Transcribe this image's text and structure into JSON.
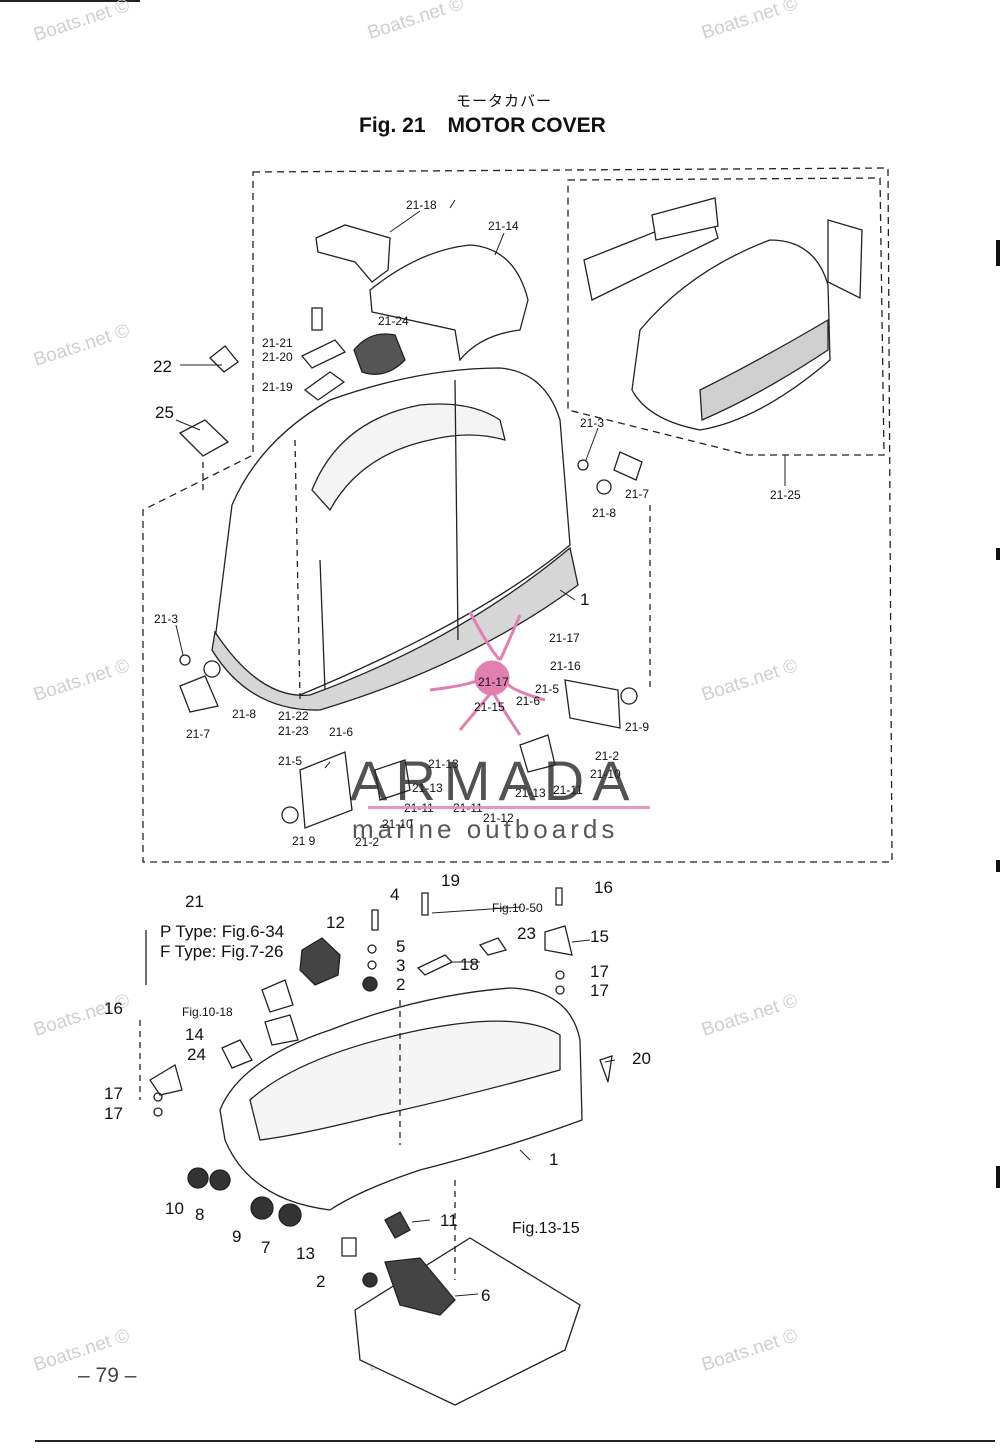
{
  "header": {
    "title_jp": "モータカバー",
    "fig_number": "Fig. 21",
    "title": "MOTOR COVER"
  },
  "watermark": "Boats.net ©",
  "logo": {
    "name": "ARMADA",
    "tagline": "marine outboards"
  },
  "page_number": "– 79 –",
  "variant_notes": [
    "P Type: Fig.6-34",
    "F Type: Fig.7-26"
  ],
  "references": {
    "ref_10_50": "Fig.10-50",
    "ref_10_18": "Fig.10-18",
    "ref_13_15": "Fig.13-15"
  },
  "callouts": {
    "c21_18": "21-18",
    "c21_14": "21-14",
    "c21_21": "21-21",
    "c21_20": "21-20",
    "c21_24": "21-24",
    "c21_19": "21-19",
    "c22": "22",
    "c25": "25",
    "c21_3a": "21-3",
    "c21_7a": "21-7",
    "c21_8a": "21-8",
    "c21_25": "21-25",
    "c1a": "1",
    "c21_3b": "21-3",
    "c21_8b": "21-8",
    "c21_7b": "21-7",
    "c21_17a": "21-17",
    "c21_16": "21-16",
    "c21_17b": "21-17",
    "c21_5a": "21-5",
    "c21_15": "21-15",
    "c21_6a": "21-6",
    "c21_9a": "21-9",
    "c21_22": "21-22",
    "c21_23": "21-23",
    "c21_6b": "21-6",
    "c21_5b": "21-5",
    "c21_2a": "21-2",
    "c21_13a": "21-13",
    "c21_13b": "21-13",
    "c21_10a": "21-10",
    "c21_11a": "21-11",
    "c21_13c": "21-13",
    "c21_11b": "21-11",
    "c21_11c": "21-11",
    "c21_10b": "21-10",
    "c21_12": "21-12",
    "c21_9b": "21 9",
    "c21_2b": "21-2",
    "c21": "21",
    "c4": "4",
    "c19": "19",
    "c16a": "16",
    "c12": "12",
    "c5": "5",
    "c3": "3",
    "c23": "23",
    "c15": "15",
    "c18": "18",
    "c2a": "2",
    "c17a": "17",
    "c17b": "17",
    "c16b": "16",
    "c14": "14",
    "c24": "24",
    "c20": "20",
    "c17c": "17",
    "c17d": "17",
    "c1b": "1",
    "c10": "10",
    "c8": "8",
    "c11": "11",
    "c9": "9",
    "c7": "7",
    "c13": "13",
    "c2b": "2",
    "c6": "6"
  }
}
